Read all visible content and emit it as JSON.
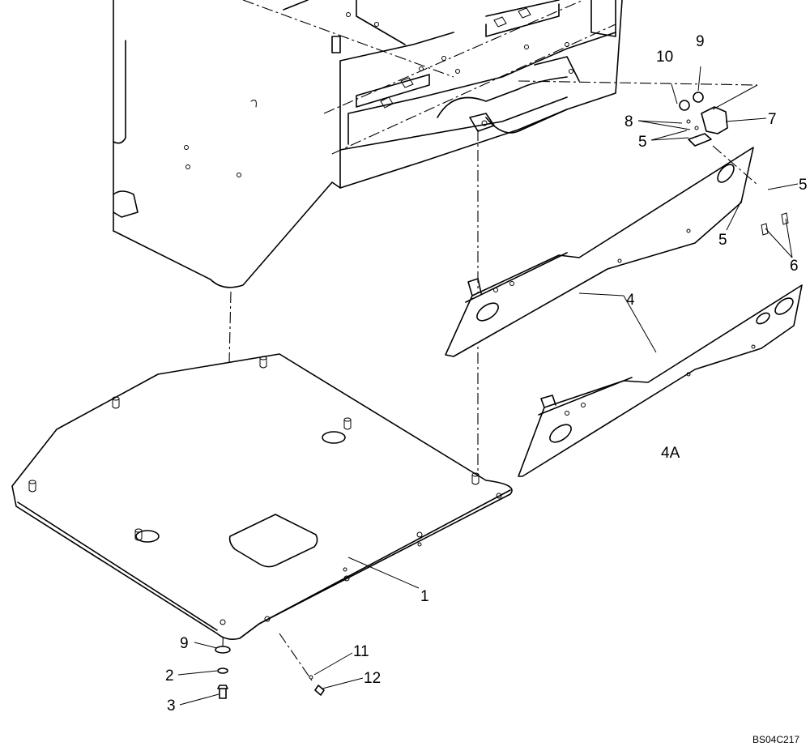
{
  "drawing": {
    "code": "BS04C217",
    "callouts": {
      "c1": "1",
      "c2": "2",
      "c3": "3",
      "c4": "4",
      "c4a": "4A",
      "c5a": "5",
      "c5b": "5",
      "c5c": "5",
      "c6": "6",
      "c7": "7",
      "c8": "8",
      "c9a": "9",
      "c9b": "9",
      "c10": "10",
      "c11": "11",
      "c12": "12"
    }
  }
}
